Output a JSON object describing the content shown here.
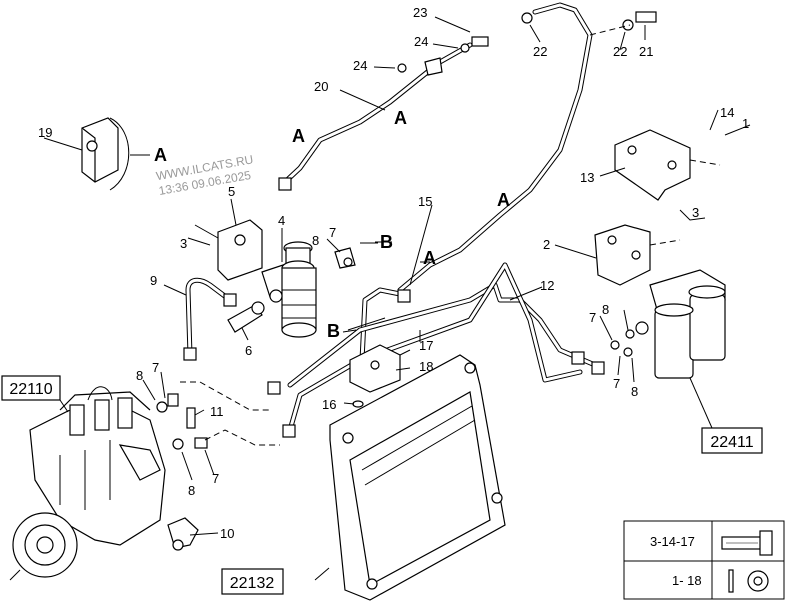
{
  "watermark": {
    "line1": "WWW.ILCATS.RU",
    "line2": "13:36 09.06.2025"
  },
  "callouts": {
    "c1": "1",
    "c2": "2",
    "c3a": "3",
    "c3b": "3",
    "c4": "4",
    "c5": "5",
    "c6": "6",
    "c7a": "7",
    "c7b": "7",
    "c7c": "7",
    "c7d": "7",
    "c7e": "7",
    "c8a": "8",
    "c8b": "8",
    "c8c": "8",
    "c8d": "8",
    "c8e": "8",
    "c9": "9",
    "c10": "10",
    "c11": "11",
    "c12": "12",
    "c13": "13",
    "c14": "14",
    "c15": "15",
    "c16": "16",
    "c17": "17",
    "c18": "18",
    "c19": "19",
    "c20": "20",
    "c21": "21",
    "c22a": "22",
    "c22b": "22",
    "c23": "23",
    "c24a": "24",
    "c24b": "24"
  },
  "view_letters": {
    "a1": "A",
    "a2": "A",
    "a3": "A",
    "a4": "A",
    "a5": "A",
    "b1": "B",
    "b2": "B"
  },
  "reference_boxes": {
    "pump": "22110",
    "ecu": "22132",
    "filter": "22411"
  },
  "legend": {
    "rows": [
      {
        "label": "3-14-17",
        "icon": "bolt-icon"
      },
      {
        "label": "1- 18",
        "icon": "washer-icon"
      }
    ]
  }
}
